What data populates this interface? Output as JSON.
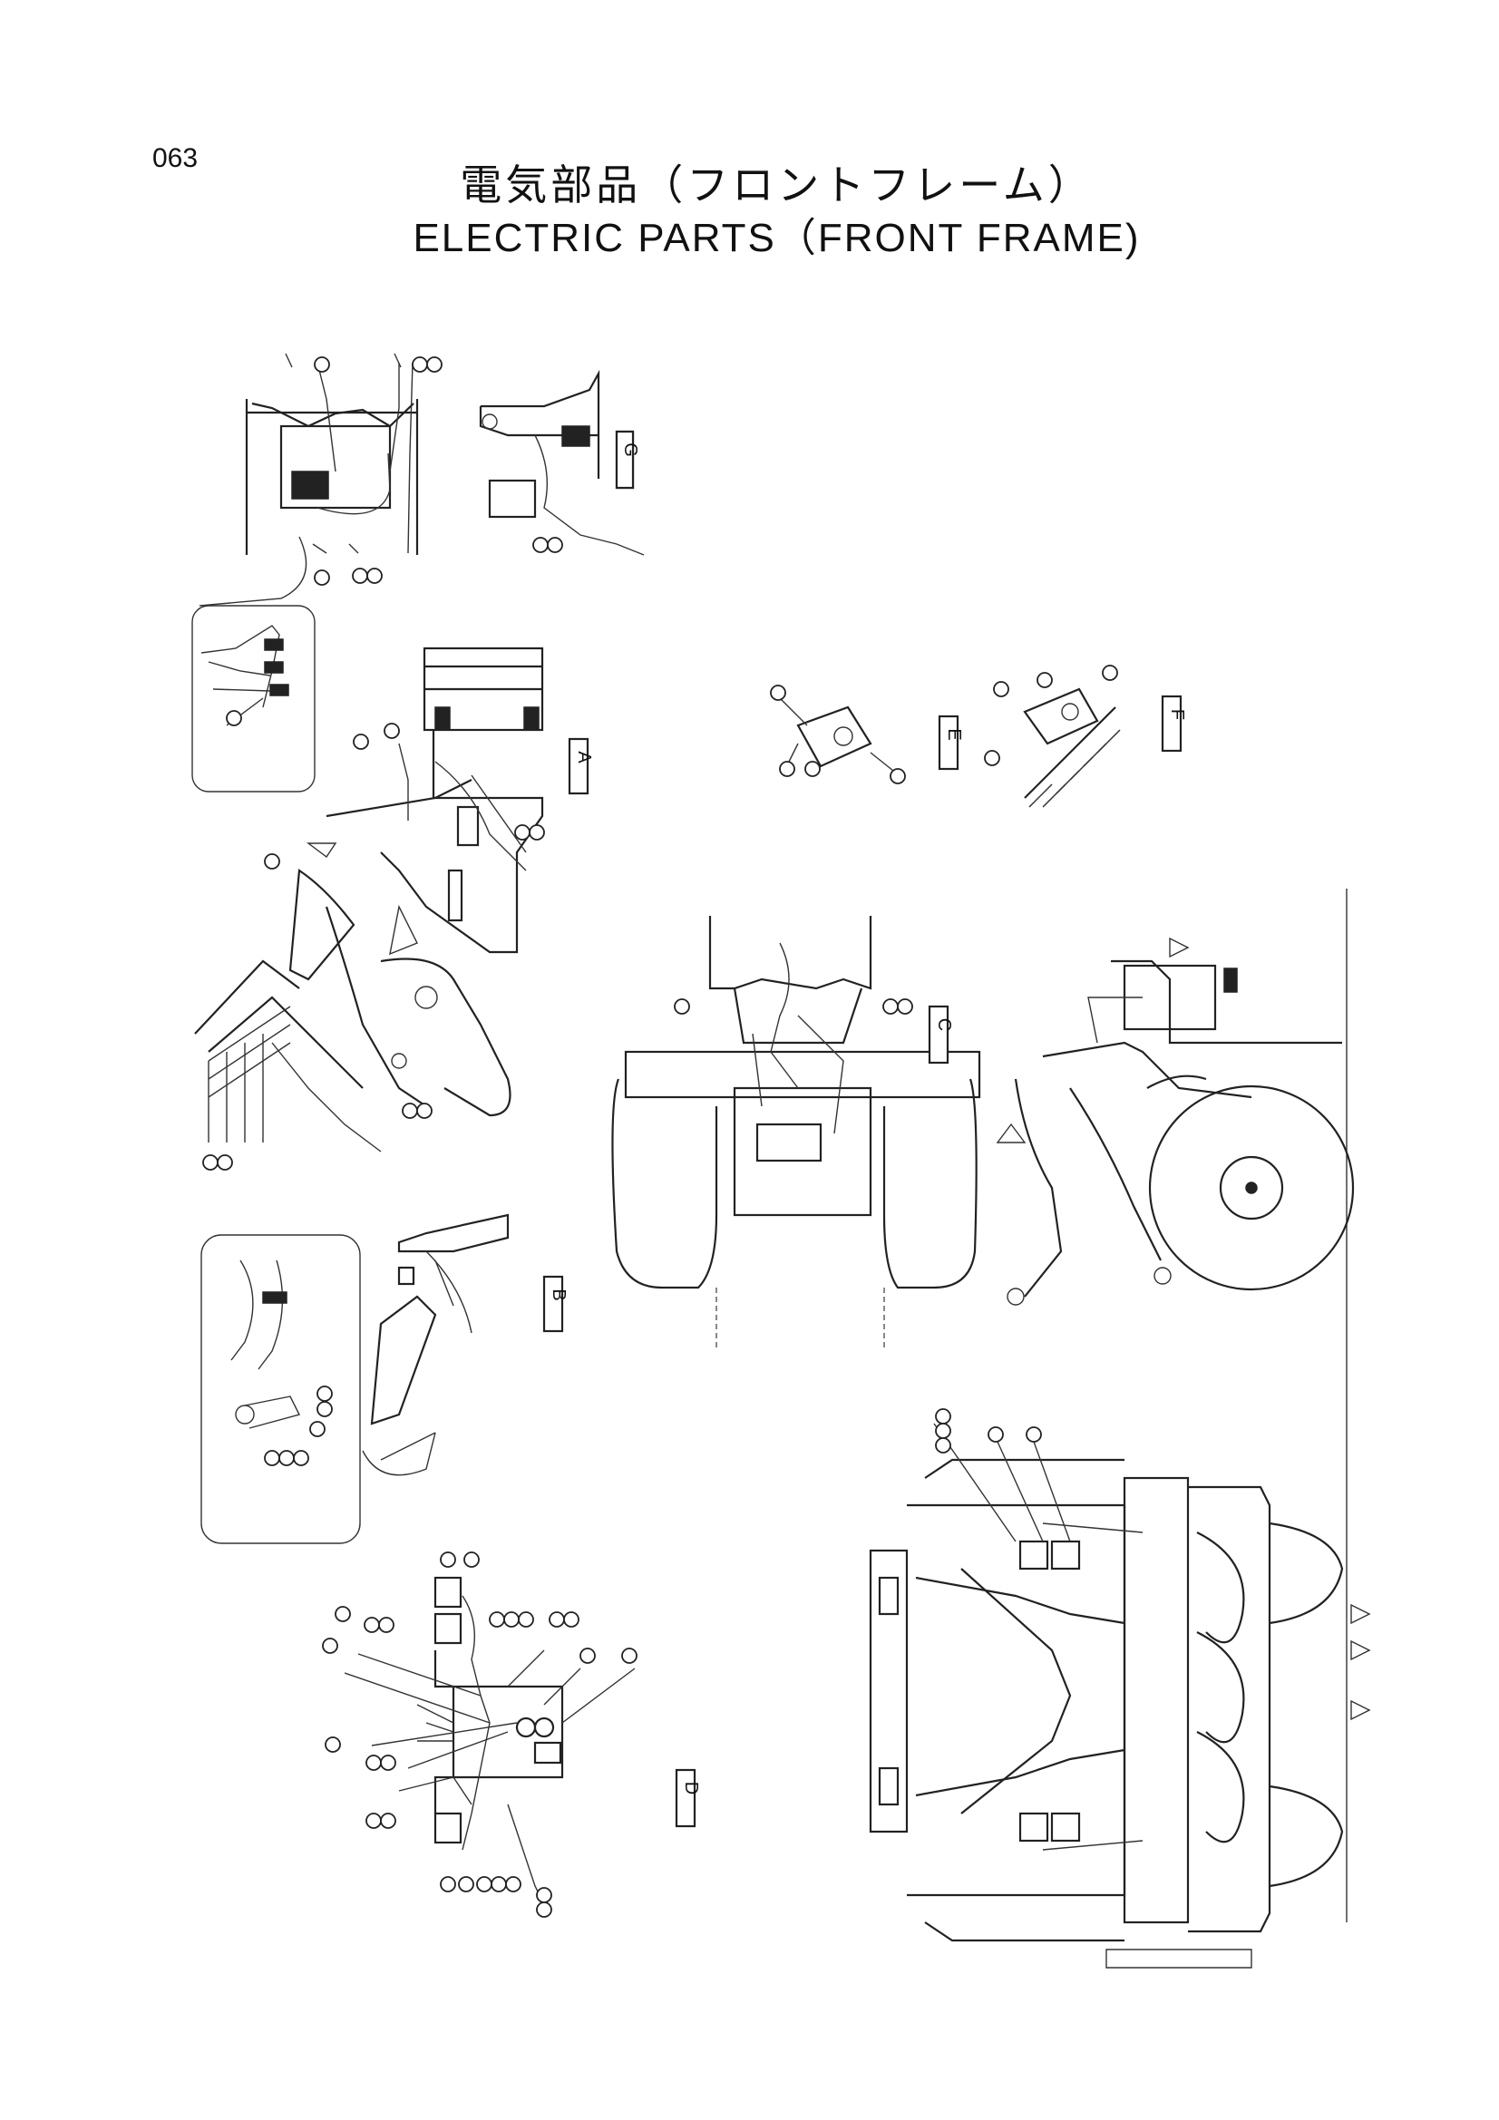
{
  "page_number": "063",
  "title_ja": "電気部品（フロントフレーム）",
  "title_en": "ELECTRIC PARTS（FRONT FRAME)",
  "view_tags": [
    "G",
    "A",
    "E",
    "F",
    "C",
    "B",
    "D"
  ]
}
